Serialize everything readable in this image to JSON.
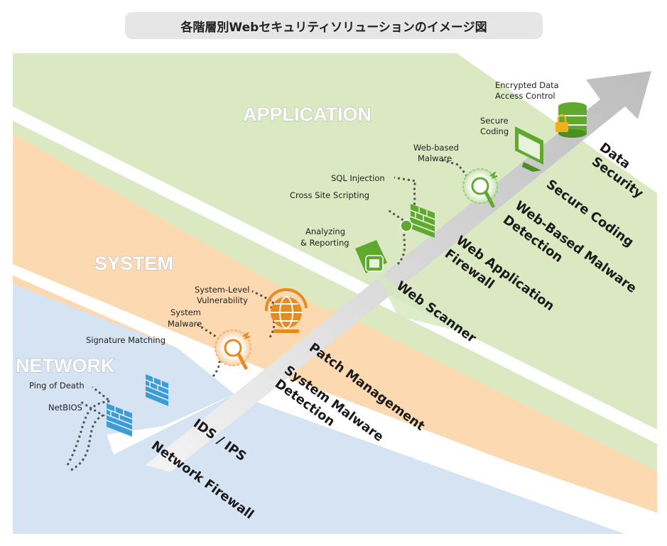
{
  "title": "各階層別Webセキュリティソリューションのイメージ図",
  "layers": {
    "application": "APPLICATION",
    "system": "SYSTEM",
    "network": "NETWORK"
  },
  "threats": {
    "encrypted_data_line1": "Encrypted Data",
    "encrypted_data_line2": "Access Control",
    "secure_coding_line1": "Secure",
    "secure_coding_line2": "Coding",
    "web_malware_line1": "Web-based",
    "web_malware_line2": "Malware",
    "sql_injection": "SQL Injection",
    "xss": "Cross Site Scripting",
    "analyzing_line1": "Analyzing",
    "analyzing_line2": "& Reporting",
    "system_vuln_line1": "System-Level",
    "system_vuln_line2": "Vulnerability",
    "system_malware_line1": "System",
    "system_malware_line2": "Malware",
    "signature_matching": "Signature Matching",
    "ping_of_death": "Ping of Death",
    "netbios": "NetBIOS"
  },
  "solutions": {
    "data_security_line1": "Data",
    "data_security_line2": "Security",
    "secure_coding": "Secure Coding",
    "web_malware_detection_line1": "Web-Based Malware",
    "web_malware_detection_line2": "Detection",
    "waf_line1": "Web Application",
    "waf_line2": "Firewall",
    "web_scanner": "Web Scanner",
    "patch_management": "Patch Management",
    "system_malware_detection_line1": "System Malware",
    "system_malware_detection_line2": "Detection",
    "ids_ips": "IDS / IPS",
    "network_firewall": "Network Firewall"
  },
  "colors": {
    "application_band": "#dbe9c2",
    "system_band": "#fcd9b0",
    "network_band": "#d5e3f2",
    "arrow": "#d9d9d9",
    "green_accent": "#5faa2e",
    "orange_accent": "#e98a1f",
    "blue_accent": "#3d9bd6"
  }
}
